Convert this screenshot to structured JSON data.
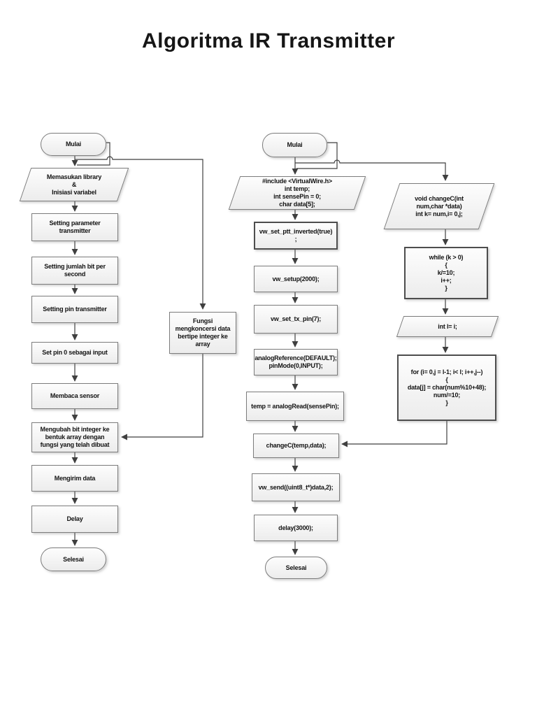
{
  "page": {
    "title": "Algoritma IR Transmitter"
  },
  "colors": {
    "line": "#3f3f3f",
    "shape_border": "#7c7c7c",
    "shape_border_emphasis": "#4d4d4d",
    "shape_fill_top": "#fdfdfd",
    "shape_fill_bottom": "#ececec",
    "text": "#131313"
  },
  "flowchart": {
    "left": {
      "start": "Mulai",
      "input": "Memasukan library\n&\nInisiasi variabel",
      "p1": "Setting parameter\ntransmitter",
      "p2": "Setting jumlah bit per\nsecond",
      "p3": "Setting pin transmitter",
      "p4": "Set pin 0 sebagai input",
      "p5": "Membaca sensor",
      "p6": "Mengubah bit integer ke\nbentuk array dengan\nfungsi yang telah dibuat",
      "p7": "Mengirim data",
      "p8": "Delay",
      "end": "Selesai",
      "func": "Fungsi\nmengkoncersi data\nbertipe integer ke\narray"
    },
    "middle": {
      "start": "Mulai",
      "input": "#include <VirtualWire.h>\nint temp;\nint sensePin = 0;\nchar data[5];",
      "p1": "vw_set_ptt_inverted(true)\n;",
      "p2": "vw_setup(2000);",
      "p3": "vw_set_tx_pin(7);",
      "p4": "analogReference(DEFAULT);\npinMode(0,INPUT);",
      "p5": "temp = analogRead(sensePin);",
      "p6": "changeC(temp,data);",
      "p7": "vw_send((uint8_t*)data,2);",
      "p8": "delay(3000);",
      "end": "Selesai"
    },
    "right": {
      "input": "void changeC(int\nnum,char *data)\nint k= num,i= 0,j;",
      "while_loop": "while (k > 0)\n{\nk/=10;\ni++;\n}",
      "io_l": "int l= i;",
      "for_loop": "for (i= 0,j = l-1; i< l; i++,j--)\n{\ndata[j] = char(num%10+48);\nnum/=10;\n}"
    }
  }
}
